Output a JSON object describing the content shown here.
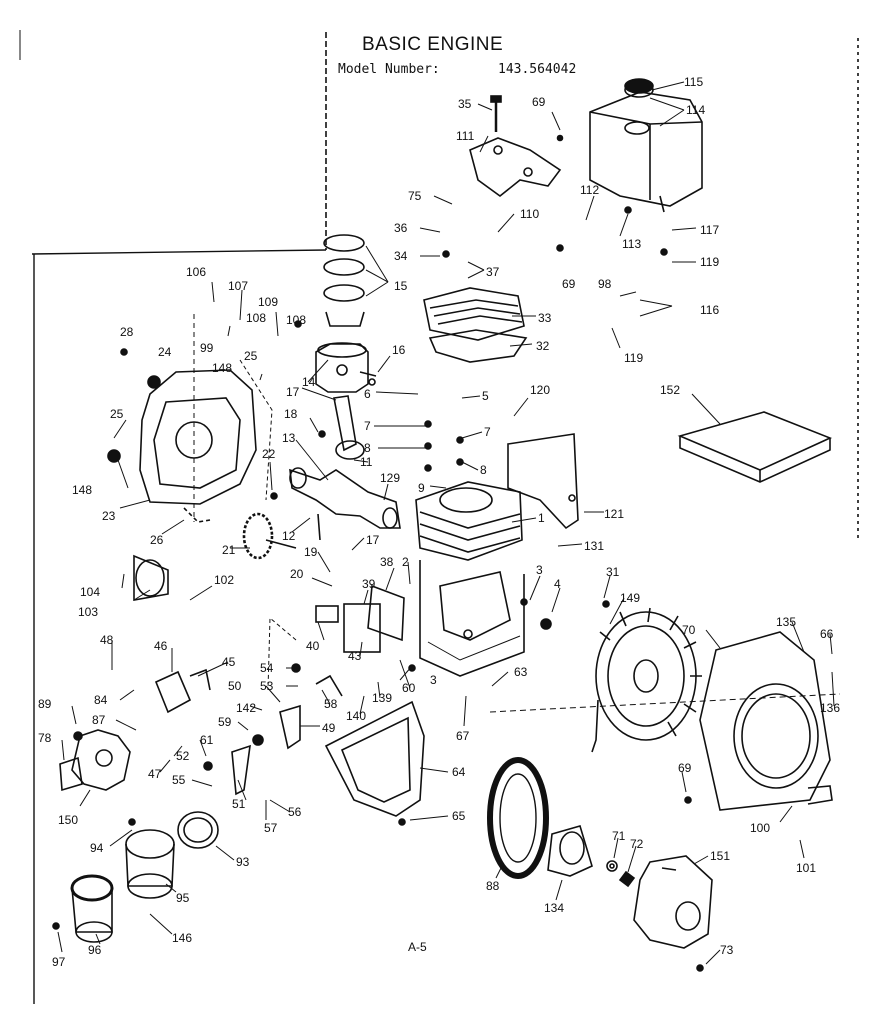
{
  "header": {
    "title": "BASIC ENGINE",
    "model_label": "Model Number:",
    "model_number": "143.564042"
  },
  "footer": {
    "page": "A-5"
  },
  "parts": [
    {
      "id": "p115",
      "label": "115"
    },
    {
      "id": "p114",
      "label": "114"
    },
    {
      "id": "p35",
      "label": "35"
    },
    {
      "id": "p69a",
      "label": "69"
    },
    {
      "id": "p111",
      "label": "111"
    },
    {
      "id": "p75",
      "label": "75"
    },
    {
      "id": "p112",
      "label": "112"
    },
    {
      "id": "p110",
      "label": "110"
    },
    {
      "id": "p36",
      "label": "36"
    },
    {
      "id": "p113",
      "label": "113"
    },
    {
      "id": "p117",
      "label": "117"
    },
    {
      "id": "p34",
      "label": "34"
    },
    {
      "id": "p37",
      "label": "37"
    },
    {
      "id": "p69b",
      "label": "69"
    },
    {
      "id": "p119a",
      "label": "119"
    },
    {
      "id": "p98",
      "label": "98"
    },
    {
      "id": "p15",
      "label": "15"
    },
    {
      "id": "p116",
      "label": "116"
    },
    {
      "id": "p106",
      "label": "106"
    },
    {
      "id": "p107",
      "label": "107"
    },
    {
      "id": "p109",
      "label": "109"
    },
    {
      "id": "p33",
      "label": "33"
    },
    {
      "id": "p28",
      "label": "28"
    },
    {
      "id": "p108a",
      "label": "108"
    },
    {
      "id": "p108b",
      "label": "108"
    },
    {
      "id": "p99",
      "label": "99"
    },
    {
      "id": "p32",
      "label": "32"
    },
    {
      "id": "p119b",
      "label": "119"
    },
    {
      "id": "p24",
      "label": "24"
    },
    {
      "id": "p25a",
      "label": "25"
    },
    {
      "id": "p16",
      "label": "16"
    },
    {
      "id": "p148a",
      "label": "148"
    },
    {
      "id": "p14",
      "label": "14"
    },
    {
      "id": "p17a",
      "label": "17"
    },
    {
      "id": "p6",
      "label": "6"
    },
    {
      "id": "p5",
      "label": "5"
    },
    {
      "id": "p120",
      "label": "120"
    },
    {
      "id": "p152",
      "label": "152"
    },
    {
      "id": "p25b",
      "label": "25"
    },
    {
      "id": "p18",
      "label": "18"
    },
    {
      "id": "p7a",
      "label": "7"
    },
    {
      "id": "p7b",
      "label": "7"
    },
    {
      "id": "p13",
      "label": "13"
    },
    {
      "id": "p22",
      "label": "22"
    },
    {
      "id": "p11",
      "label": "11"
    },
    {
      "id": "p8a",
      "label": "8"
    },
    {
      "id": "p148b",
      "label": "148"
    },
    {
      "id": "p8b",
      "label": "8"
    },
    {
      "id": "p9",
      "label": "9"
    },
    {
      "id": "p129",
      "label": "129"
    },
    {
      "id": "p23",
      "label": "23"
    },
    {
      "id": "p1",
      "label": "1"
    },
    {
      "id": "p121",
      "label": "121"
    },
    {
      "id": "p12",
      "label": "12"
    },
    {
      "id": "p26",
      "label": "26"
    },
    {
      "id": "p17b",
      "label": "17"
    },
    {
      "id": "p21",
      "label": "21"
    },
    {
      "id": "p131",
      "label": "131"
    },
    {
      "id": "p19",
      "label": "19"
    },
    {
      "id": "p38",
      "label": "38"
    },
    {
      "id": "p2",
      "label": "2"
    },
    {
      "id": "p20",
      "label": "20"
    },
    {
      "id": "p3a",
      "label": "3"
    },
    {
      "id": "p31",
      "label": "31"
    },
    {
      "id": "p104",
      "label": "104"
    },
    {
      "id": "p102",
      "label": "102"
    },
    {
      "id": "p39",
      "label": "39"
    },
    {
      "id": "p4",
      "label": "4"
    },
    {
      "id": "p149",
      "label": "149"
    },
    {
      "id": "p103",
      "label": "103"
    },
    {
      "id": "p135",
      "label": "135"
    },
    {
      "id": "p70",
      "label": "70"
    },
    {
      "id": "p66",
      "label": "66"
    },
    {
      "id": "p40",
      "label": "40"
    },
    {
      "id": "p43",
      "label": "43"
    },
    {
      "id": "p48",
      "label": "48"
    },
    {
      "id": "p46",
      "label": "46"
    },
    {
      "id": "p45",
      "label": "45"
    },
    {
      "id": "p54",
      "label": "54"
    },
    {
      "id": "p3b",
      "label": "3"
    },
    {
      "id": "p63",
      "label": "63"
    },
    {
      "id": "p60",
      "label": "60"
    },
    {
      "id": "p136",
      "label": "136"
    },
    {
      "id": "p53",
      "label": "53"
    },
    {
      "id": "p84",
      "label": "84"
    },
    {
      "id": "p50",
      "label": "50"
    },
    {
      "id": "p58",
      "label": "58"
    },
    {
      "id": "p139",
      "label": "139"
    },
    {
      "id": "p89",
      "label": "89"
    },
    {
      "id": "p140",
      "label": "140"
    },
    {
      "id": "p87",
      "label": "87"
    },
    {
      "id": "p49",
      "label": "49"
    },
    {
      "id": "p67",
      "label": "67"
    },
    {
      "id": "p59",
      "label": "59"
    },
    {
      "id": "p142",
      "label": "142"
    },
    {
      "id": "p78",
      "label": "78"
    },
    {
      "id": "p61",
      "label": "61"
    },
    {
      "id": "p52",
      "label": "52"
    },
    {
      "id": "p47",
      "label": "47"
    },
    {
      "id": "p64",
      "label": "64"
    },
    {
      "id": "p69c",
      "label": "69"
    },
    {
      "id": "p55",
      "label": "55"
    },
    {
      "id": "p51",
      "label": "51"
    },
    {
      "id": "p56",
      "label": "56"
    },
    {
      "id": "p150",
      "label": "150"
    },
    {
      "id": "p57",
      "label": "57"
    },
    {
      "id": "p100",
      "label": "100"
    },
    {
      "id": "p65",
      "label": "65"
    },
    {
      "id": "p71",
      "label": "71"
    },
    {
      "id": "p72",
      "label": "72"
    },
    {
      "id": "p94",
      "label": "94"
    },
    {
      "id": "p93",
      "label": "93"
    },
    {
      "id": "p101",
      "label": "101"
    },
    {
      "id": "p151",
      "label": "151"
    },
    {
      "id": "p88",
      "label": "88"
    },
    {
      "id": "p95",
      "label": "95"
    },
    {
      "id": "p134",
      "label": "134"
    },
    {
      "id": "p146",
      "label": "146"
    },
    {
      "id": "p73",
      "label": "73"
    },
    {
      "id": "p97",
      "label": "97"
    },
    {
      "id": "p96",
      "label": "96"
    }
  ]
}
